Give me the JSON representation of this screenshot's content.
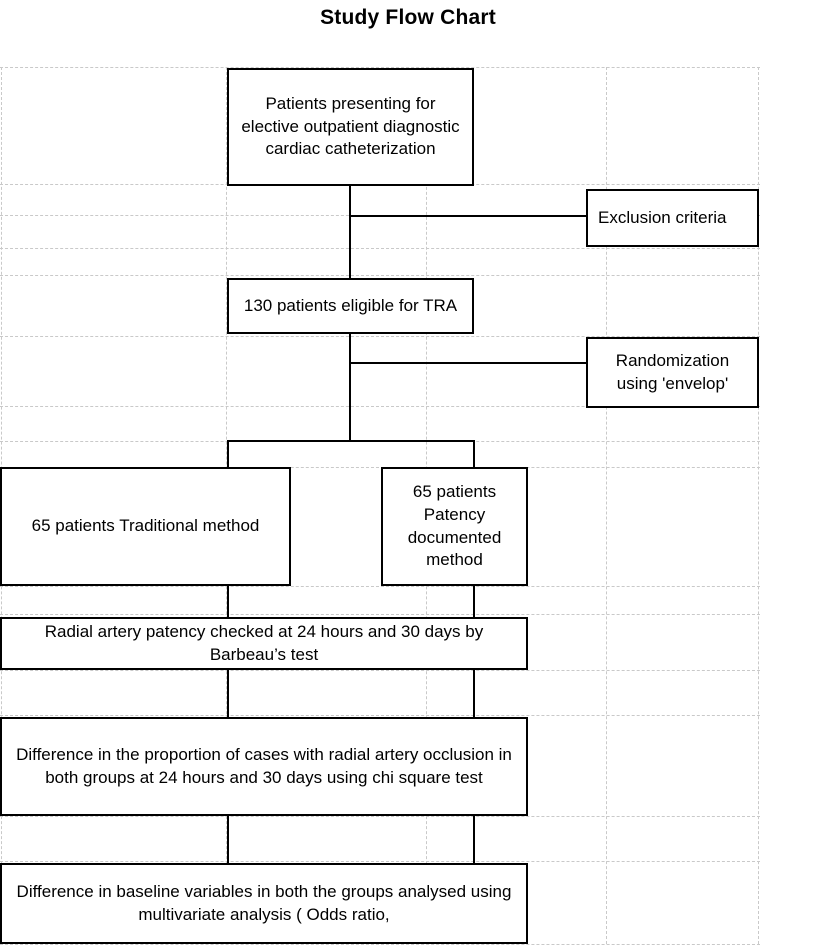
{
  "title": "Study Flow Chart",
  "colors": {
    "box_border": "#000000",
    "connector": "#000000",
    "gridline": "#c9c9c9",
    "background": "#ffffff",
    "text": "#000000"
  },
  "chart_data": {
    "type": "diagram",
    "diagram_kind": "flowchart",
    "title": "Study Flow Chart",
    "orientation": "top-to-bottom",
    "nodes": [
      {
        "id": "enrollment",
        "label": "Patients presenting for elective outpatient diagnostic cardiac catheterization",
        "align": "center"
      },
      {
        "id": "exclusion",
        "label": "Exclusion criteria",
        "align": "left"
      },
      {
        "id": "eligible",
        "label": "130 patients eligible for TRA",
        "align": "center"
      },
      {
        "id": "randomization",
        "label": "Randomization using 'envelop'",
        "align": "center"
      },
      {
        "id": "arm-traditional",
        "label": "65 patients Traditional method",
        "align": "center"
      },
      {
        "id": "arm-patency",
        "label": "65 patients Patency documented method",
        "align": "center"
      },
      {
        "id": "followup",
        "label": "Radial artery patency checked at 24 hours and 30 days by Barbeau’s test",
        "align": "center"
      },
      {
        "id": "primary-analysis",
        "label": "Difference in the proportion of cases with radial artery occlusion in both groups at 24 hours and 30 days using chi square test",
        "align": "center"
      },
      {
        "id": "secondary-analysis",
        "label": "Difference in baseline variables in both the groups analysed using multivariate analysis ( Odds ratio,",
        "align": "center"
      }
    ],
    "edges": [
      {
        "from": "enrollment",
        "to": "eligible"
      },
      {
        "from": "enrollment",
        "to": "exclusion"
      },
      {
        "from": "eligible",
        "to": "randomization"
      },
      {
        "from": "eligible",
        "to": "arm-traditional"
      },
      {
        "from": "eligible",
        "to": "arm-patency"
      },
      {
        "from": "arm-traditional",
        "to": "followup"
      },
      {
        "from": "arm-patency",
        "to": "followup"
      },
      {
        "from": "followup",
        "to": "primary-analysis"
      },
      {
        "from": "primary-analysis",
        "to": "secondary-analysis"
      }
    ]
  }
}
